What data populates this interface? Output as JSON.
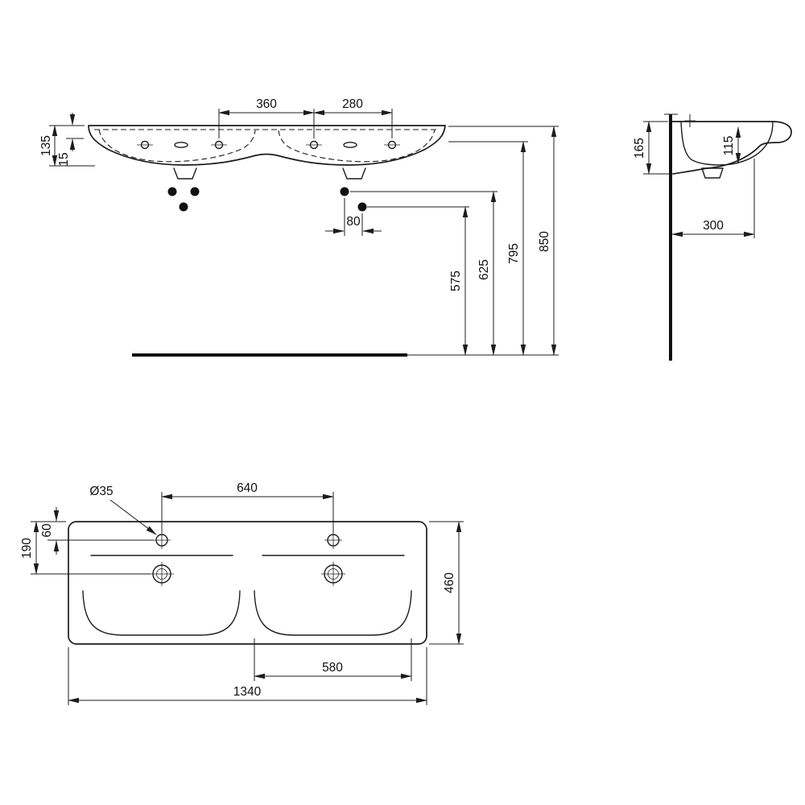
{
  "front_view": {
    "d360": "360",
    "d280": "280",
    "d135": "135",
    "d15": "15",
    "d80": "80",
    "d575": "575",
    "d625": "625",
    "d795": "795",
    "d850": "850"
  },
  "side_view": {
    "d165": "165",
    "d115": "115",
    "d300": "300"
  },
  "plan_view": {
    "dia35": "Ø35",
    "d640": "640",
    "d60": "60",
    "d190": "190",
    "d460": "460",
    "d580": "580",
    "d1340": "1340"
  }
}
